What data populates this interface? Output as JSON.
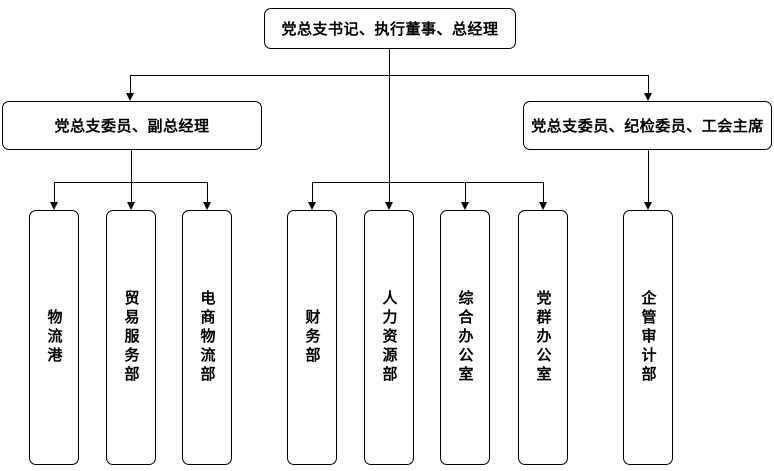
{
  "diagram": {
    "type": "organization-chart",
    "background_color": "#ffffff",
    "line_color": "#000000",
    "text_color": "#000000",
    "nodes": {
      "root": "党总支书记、执行董事、总经理",
      "deputy_gm": "党总支委员、副总经理",
      "discipline_union": "党总支委员、纪检委员、工会主席",
      "dept_logistics_port": "物流港",
      "dept_trade_service": "贸易服务部",
      "dept_ecommerce_logistics": "电商物流部",
      "dept_finance": "财务部",
      "dept_hr": "人力资源部",
      "dept_general_office": "综合办公室",
      "dept_party_mass_office": "党群办公室",
      "dept_audit": "企管审计部"
    },
    "edges": [
      {
        "from": "root",
        "to": "deputy_gm"
      },
      {
        "from": "root",
        "to": "discipline_union"
      },
      {
        "from": "deputy_gm",
        "to": "dept_logistics_port"
      },
      {
        "from": "deputy_gm",
        "to": "dept_trade_service"
      },
      {
        "from": "deputy_gm",
        "to": "dept_ecommerce_logistics"
      },
      {
        "from": "root",
        "to": "dept_finance"
      },
      {
        "from": "root",
        "to": "dept_hr"
      },
      {
        "from": "root",
        "to": "dept_general_office"
      },
      {
        "from": "root",
        "to": "dept_party_mass_office"
      },
      {
        "from": "discipline_union",
        "to": "dept_audit"
      }
    ]
  }
}
